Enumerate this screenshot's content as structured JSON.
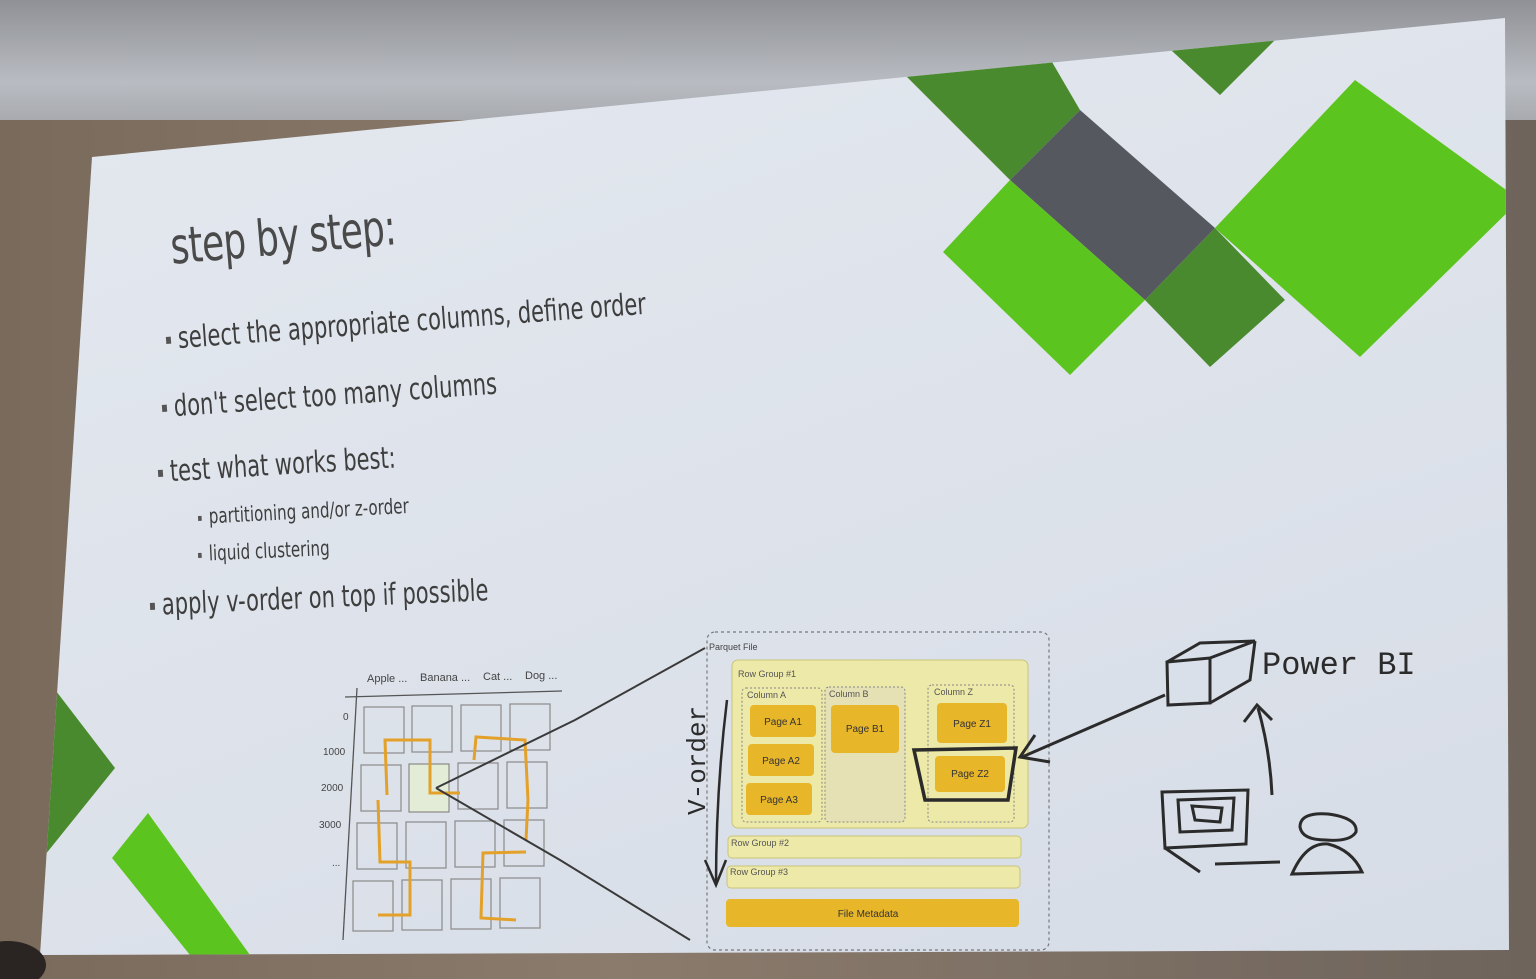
{
  "slide": {
    "title": "step by step:",
    "bullets": [
      "select the appropriate columns, define order",
      "don't select too many columns",
      "test what works best:"
    ],
    "sub_bullets": [
      "partitioning and/or z-order",
      "liquid clustering"
    ],
    "last_bullet": "apply v-order on top if possible"
  },
  "grid_diagram": {
    "columns": [
      "Apple ...",
      "Banana ...",
      "Cat ...",
      "Dog ..."
    ],
    "rows": [
      "0",
      "1000",
      "2000",
      "3000",
      "..."
    ]
  },
  "parquet_diagram": {
    "file_label": "Parquet File",
    "vorder_label": "V-order",
    "row_group_1": "Row Group #1",
    "column_a": "Column A",
    "column_b": "Column B",
    "column_z": "Column Z",
    "pages_a": [
      "Page A1",
      "Page A2",
      "Page A3"
    ],
    "page_b": "Page B1",
    "pages_z": [
      "Page Z1",
      "Page Z2"
    ],
    "row_group_2": "Row Group #2",
    "row_group_3": "Row Group #3",
    "metadata": "File Metadata"
  },
  "powerbi": {
    "label": "Power BI"
  },
  "colors": {
    "bright_green": "#5cc41e",
    "dark_green": "#4a8a2e",
    "charcoal": "#55585e",
    "page_amber": "#e8b629",
    "row_group_fill": "#ede9a8",
    "zorder_line": "#e3a12a"
  }
}
